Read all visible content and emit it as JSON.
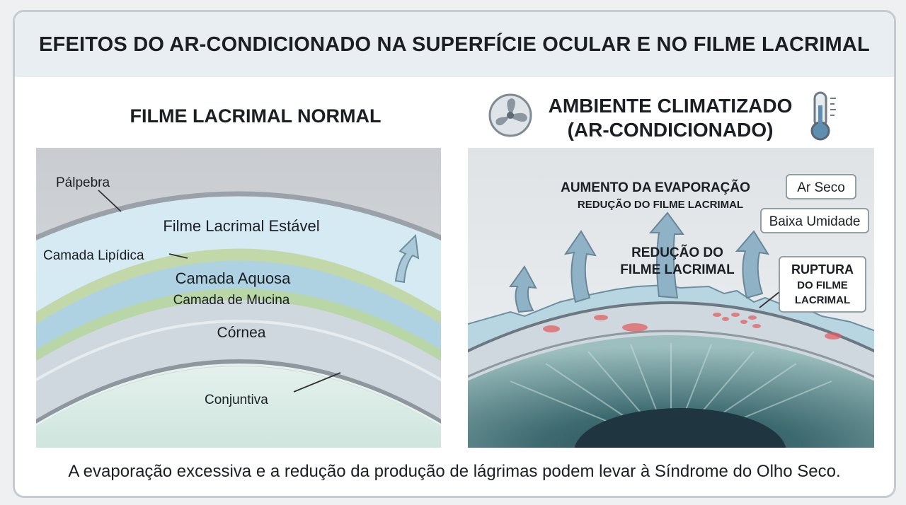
{
  "title": "EFEITOS DO AR-CONDICIONADO NA SUPERFÍCIE OCULAR E NO FILME LACRIMAL",
  "left_panel": {
    "title": "FILME LACRIMAL NORMAL",
    "labels": {
      "eyelid": "Pálpebra",
      "stable_film": "Filme Lacrimal Estável",
      "lipid": "Camada Lipídica",
      "aqueous": "Camada Aquosa",
      "mucin": "Camada de Mucina",
      "cornea": "Córnea",
      "conjunctiva": "Conjuntiva"
    }
  },
  "right_panel": {
    "title_line1": "AMBIENTE CLIMATIZADO",
    "title_line2": "(AR-CONDICIONADO)",
    "evap_line1": "AUMENTO DA EVAPORAÇÃO",
    "evap_line2": "REDUÇÃO DO FILME LACRIMAL",
    "reduction_line1": "REDUÇÃO DO",
    "reduction_line2": "FILME LACRIMAL",
    "badge_dry": "Ar Seco",
    "badge_humidity": "Baixa Umidade",
    "rupture_line1": "RUPTURA",
    "rupture_line2": "DO FILME",
    "rupture_line3": "LACRIMAL"
  },
  "footer": "A evaporação excessiva e a redução da produção de lágrimas podem levar à Síndrome do Olho Seco.",
  "colors": {
    "header_bg": "#e9eef3",
    "tear_film": "#cfe6f1",
    "lipid_layer": "#bfd6a5",
    "aqueous_layer": "#a9cfe0",
    "cornea": "#cfd8de",
    "conjunctiva": "#d8ebe6",
    "arrow": "#8fb2c6",
    "damage": "#e4595c"
  },
  "icons": [
    "fan-icon",
    "thermometer-icon"
  ]
}
